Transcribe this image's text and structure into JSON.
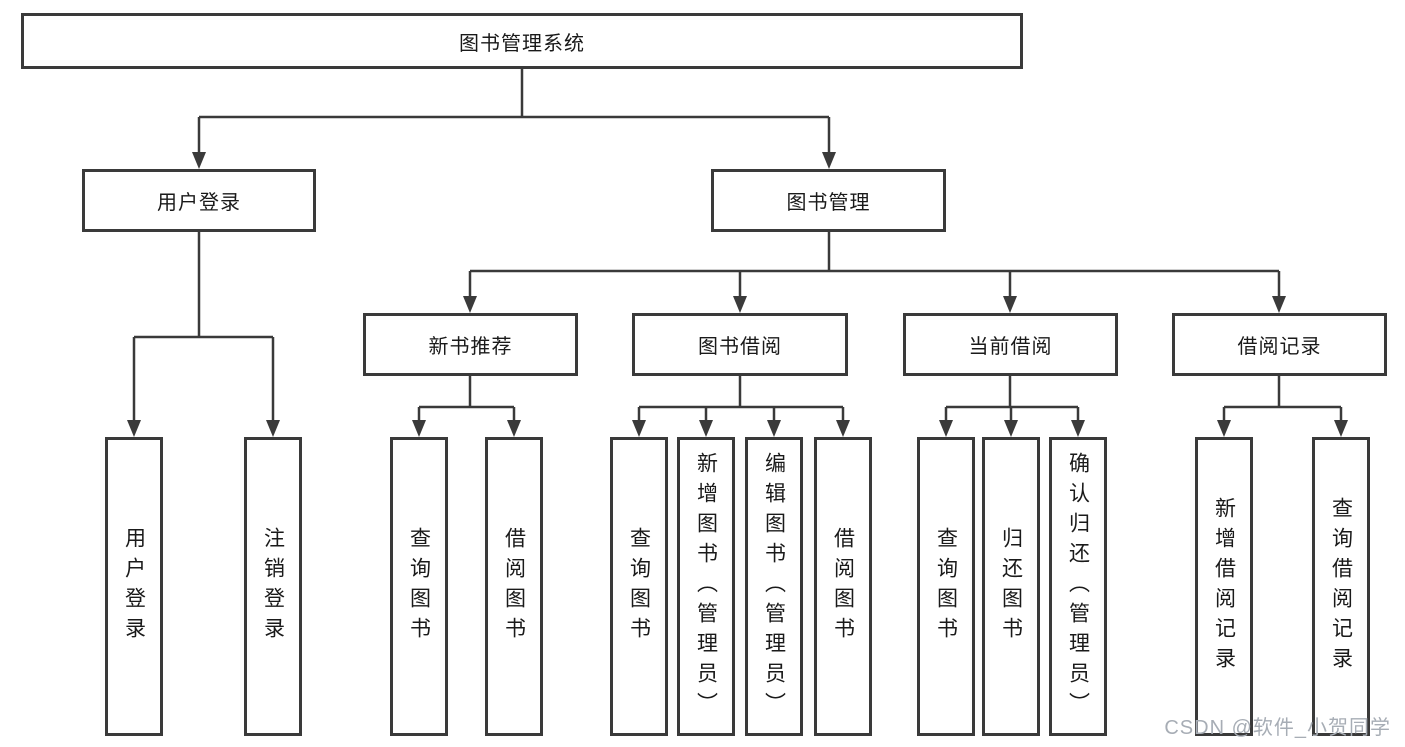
{
  "diagram": {
    "root": {
      "label": "图书管理系统"
    },
    "level2": [
      {
        "label": "用户登录",
        "children": [
          {
            "label": "用户登录"
          },
          {
            "label": "注销登录"
          }
        ]
      },
      {
        "label": "图书管理",
        "children": [
          {
            "label": "新书推荐",
            "children": [
              {
                "label": "查询图书"
              },
              {
                "label": "借阅图书"
              }
            ]
          },
          {
            "label": "图书借阅",
            "children": [
              {
                "label": "查询图书"
              },
              {
                "label": "新增图书（管理员）"
              },
              {
                "label": "编辑图书（管理员）"
              },
              {
                "label": "借阅图书"
              }
            ]
          },
          {
            "label": "当前借阅",
            "children": [
              {
                "label": "查询图书"
              },
              {
                "label": "归还图书"
              },
              {
                "label": "确认归还（管理员）"
              }
            ]
          },
          {
            "label": "借阅记录",
            "children": [
              {
                "label": "新增借阅记录"
              },
              {
                "label": "查询借阅记录"
              }
            ]
          }
        ]
      }
    ]
  },
  "watermark": {
    "text": "CSDN @软件_小贺同学"
  },
  "colors": {
    "line": "#3a3a3a",
    "text": "#1a1a1a",
    "watermark": "#a7adb5",
    "background": "#ffffff"
  }
}
